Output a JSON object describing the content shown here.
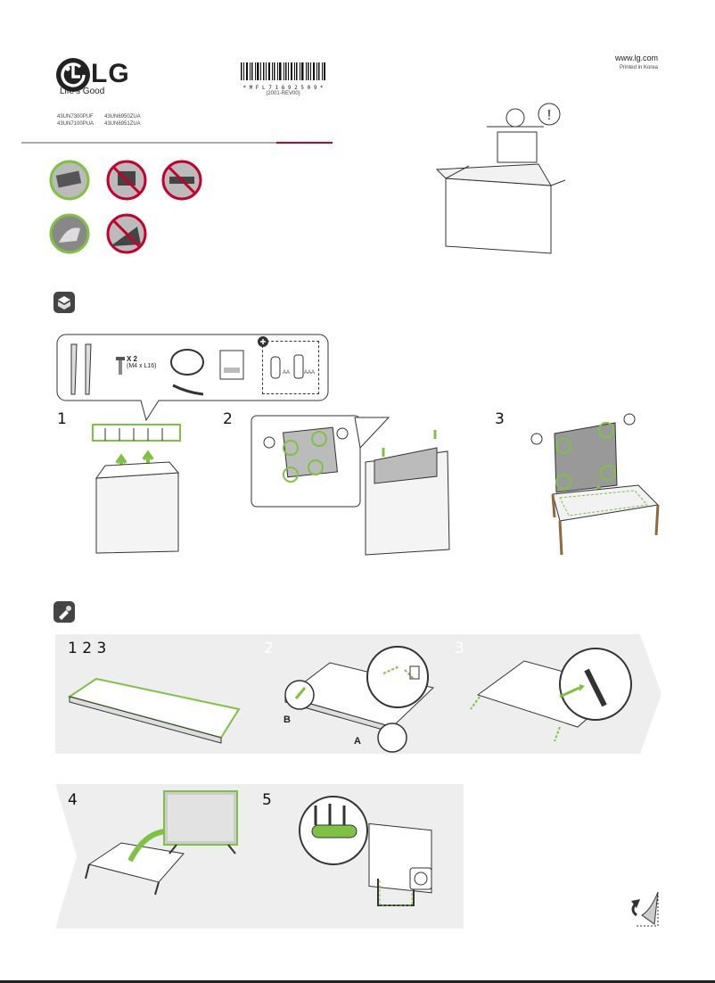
{
  "brand": {
    "name": "LG",
    "tagline": "Life's Good"
  },
  "website": "www.lg.com",
  "printed": "Printed in Korea",
  "barcode_text": "* M F L 7 1 6 9 2 5 0 9 *",
  "barcode_rev": "(2001-REV00)",
  "models": {
    "col1": [
      "43UN7300PUF",
      "43UN7100PUA"
    ],
    "col2": [
      "43UN6950ZUA",
      "43UN6951ZUA"
    ]
  },
  "accessories": {
    "screw_qty": "X 2",
    "screw_size": "(M4 x L16)",
    "remote_label_a": "AA",
    "remote_label_b": "AAA"
  },
  "unbox_steps": [
    "1",
    "2",
    "3"
  ],
  "stand_header": "1 2 3",
  "stand_steps": [
    "2",
    "3"
  ],
  "callouts": {
    "a": "A",
    "b": "B"
  },
  "final_steps": [
    "4",
    "5"
  ],
  "colors": {
    "accent": "#7fc241",
    "rule": "#c5002d",
    "panel": "#eeeeee"
  }
}
